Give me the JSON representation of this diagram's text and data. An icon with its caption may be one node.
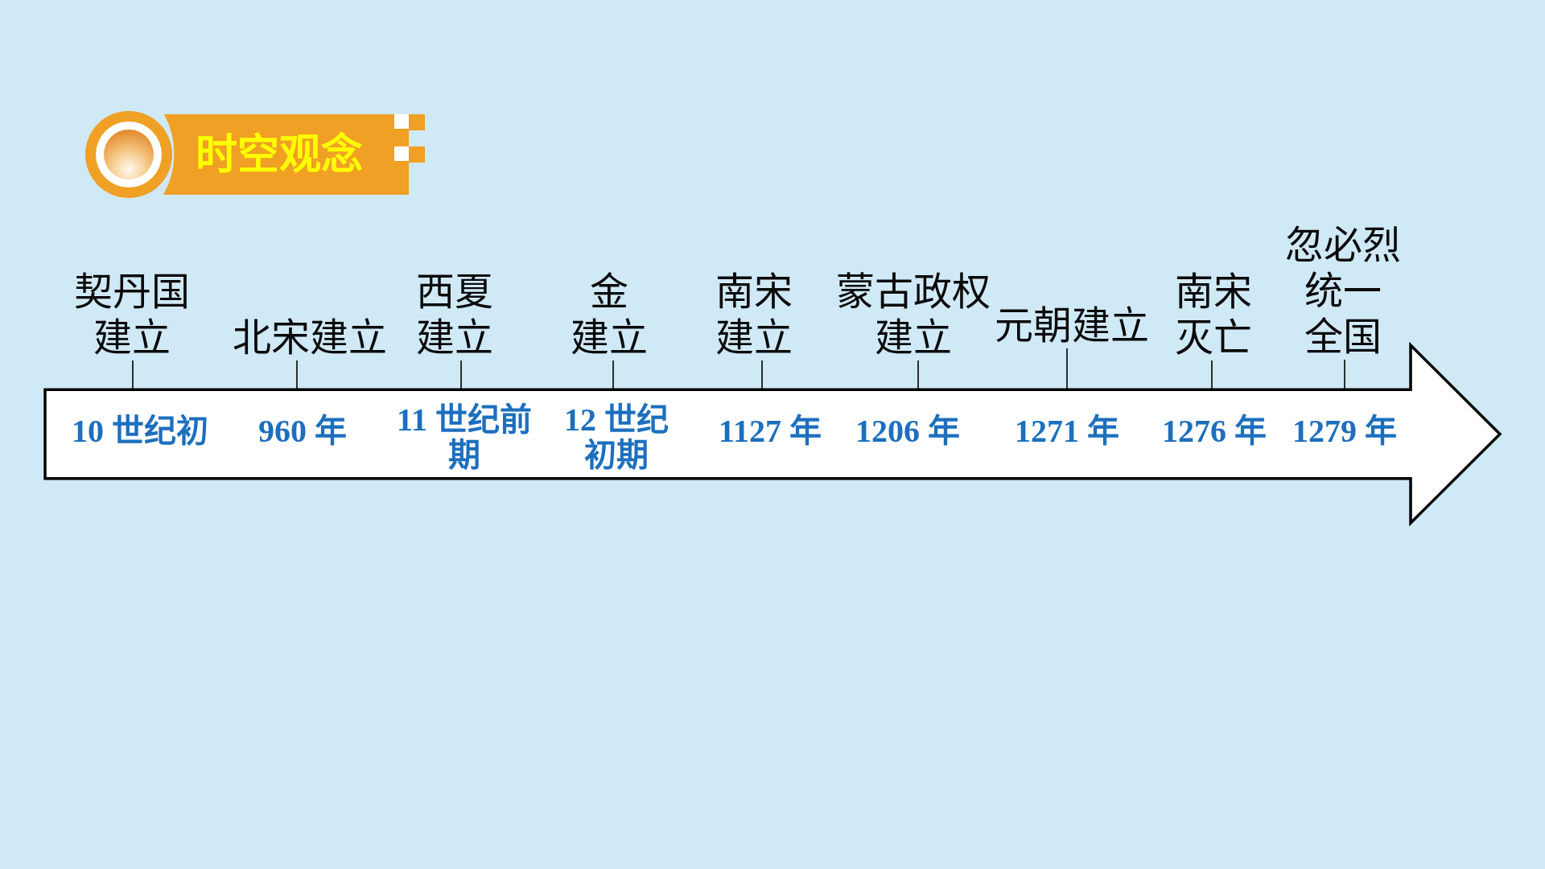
{
  "diagram": {
    "title": "时空观念",
    "nodes": [
      {
        "text": [
          "契丹国建立"
        ]
      },
      {
        "text": [
          "北宋建立"
        ]
      },
      {
        "text": [
          "西夏建立"
        ]
      },
      {
        "text": [
          "金建立"
        ]
      },
      {
        "text": [
          "南宋建立"
        ]
      },
      {
        "text": [
          "蒙古政权建立"
        ]
      },
      {
        "text": [
          "元朝建立"
        ]
      },
      {
        "text": [
          "南宋灭亡"
        ]
      },
      {
        "text": [
          "忽必烈统一全国"
        ]
      },
      {
        "text": [],
        "shape": "arrow"
      },
      {
        "text": [
          "10 世纪初"
        ],
        "in": 9
      },
      {
        "text": [
          "960 年"
        ],
        "in": 9
      },
      {
        "text": [
          "11 世纪前期"
        ],
        "in": 9
      },
      {
        "text": [
          "12 世纪初期"
        ],
        "in": 9
      },
      {
        "text": [
          "1127 年"
        ],
        "in": 9
      },
      {
        "text": [
          "1206 年"
        ],
        "in": 9
      },
      {
        "text": [
          "1271 年"
        ],
        "in": 9
      },
      {
        "text": [
          "1276 年"
        ],
        "in": 9
      },
      {
        "text": [
          "1279 年"
        ],
        "in": 9
      }
    ],
    "edges": [
      {
        "from": 0,
        "to": 9,
        "arrow": "none"
      },
      {
        "from": 1,
        "to": 9,
        "arrow": "none"
      },
      {
        "from": 2,
        "to": 9,
        "arrow": "none"
      },
      {
        "from": 3,
        "to": 9,
        "arrow": "none"
      },
      {
        "from": 4,
        "to": 9,
        "arrow": "none"
      },
      {
        "from": 5,
        "to": 9,
        "arrow": "none"
      },
      {
        "from": 6,
        "to": 9,
        "arrow": "none"
      },
      {
        "from": 7,
        "to": 9,
        "arrow": "none"
      },
      {
        "from": 8,
        "to": 9,
        "arrow": "none"
      }
    ]
  }
}
